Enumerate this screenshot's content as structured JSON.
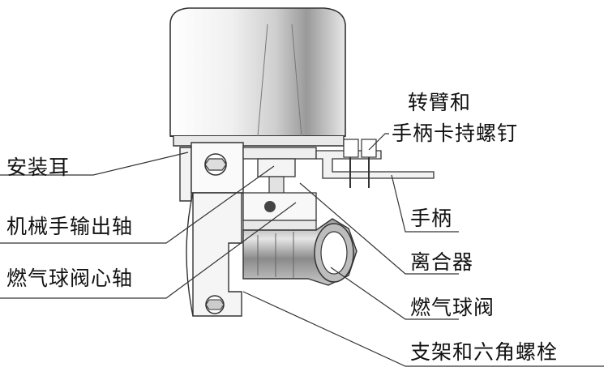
{
  "labels": {
    "arm_line1": "转臂和",
    "arm_line2": "手柄卡持螺钉",
    "ear": "安装耳",
    "output_shaft": "机械手输出轴",
    "core_shaft": "燃气球阀心轴",
    "handle": "手柄",
    "coupler": "离合器",
    "ball_valve": "燃气球阀",
    "bracket": "支架和六角螺栓"
  }
}
